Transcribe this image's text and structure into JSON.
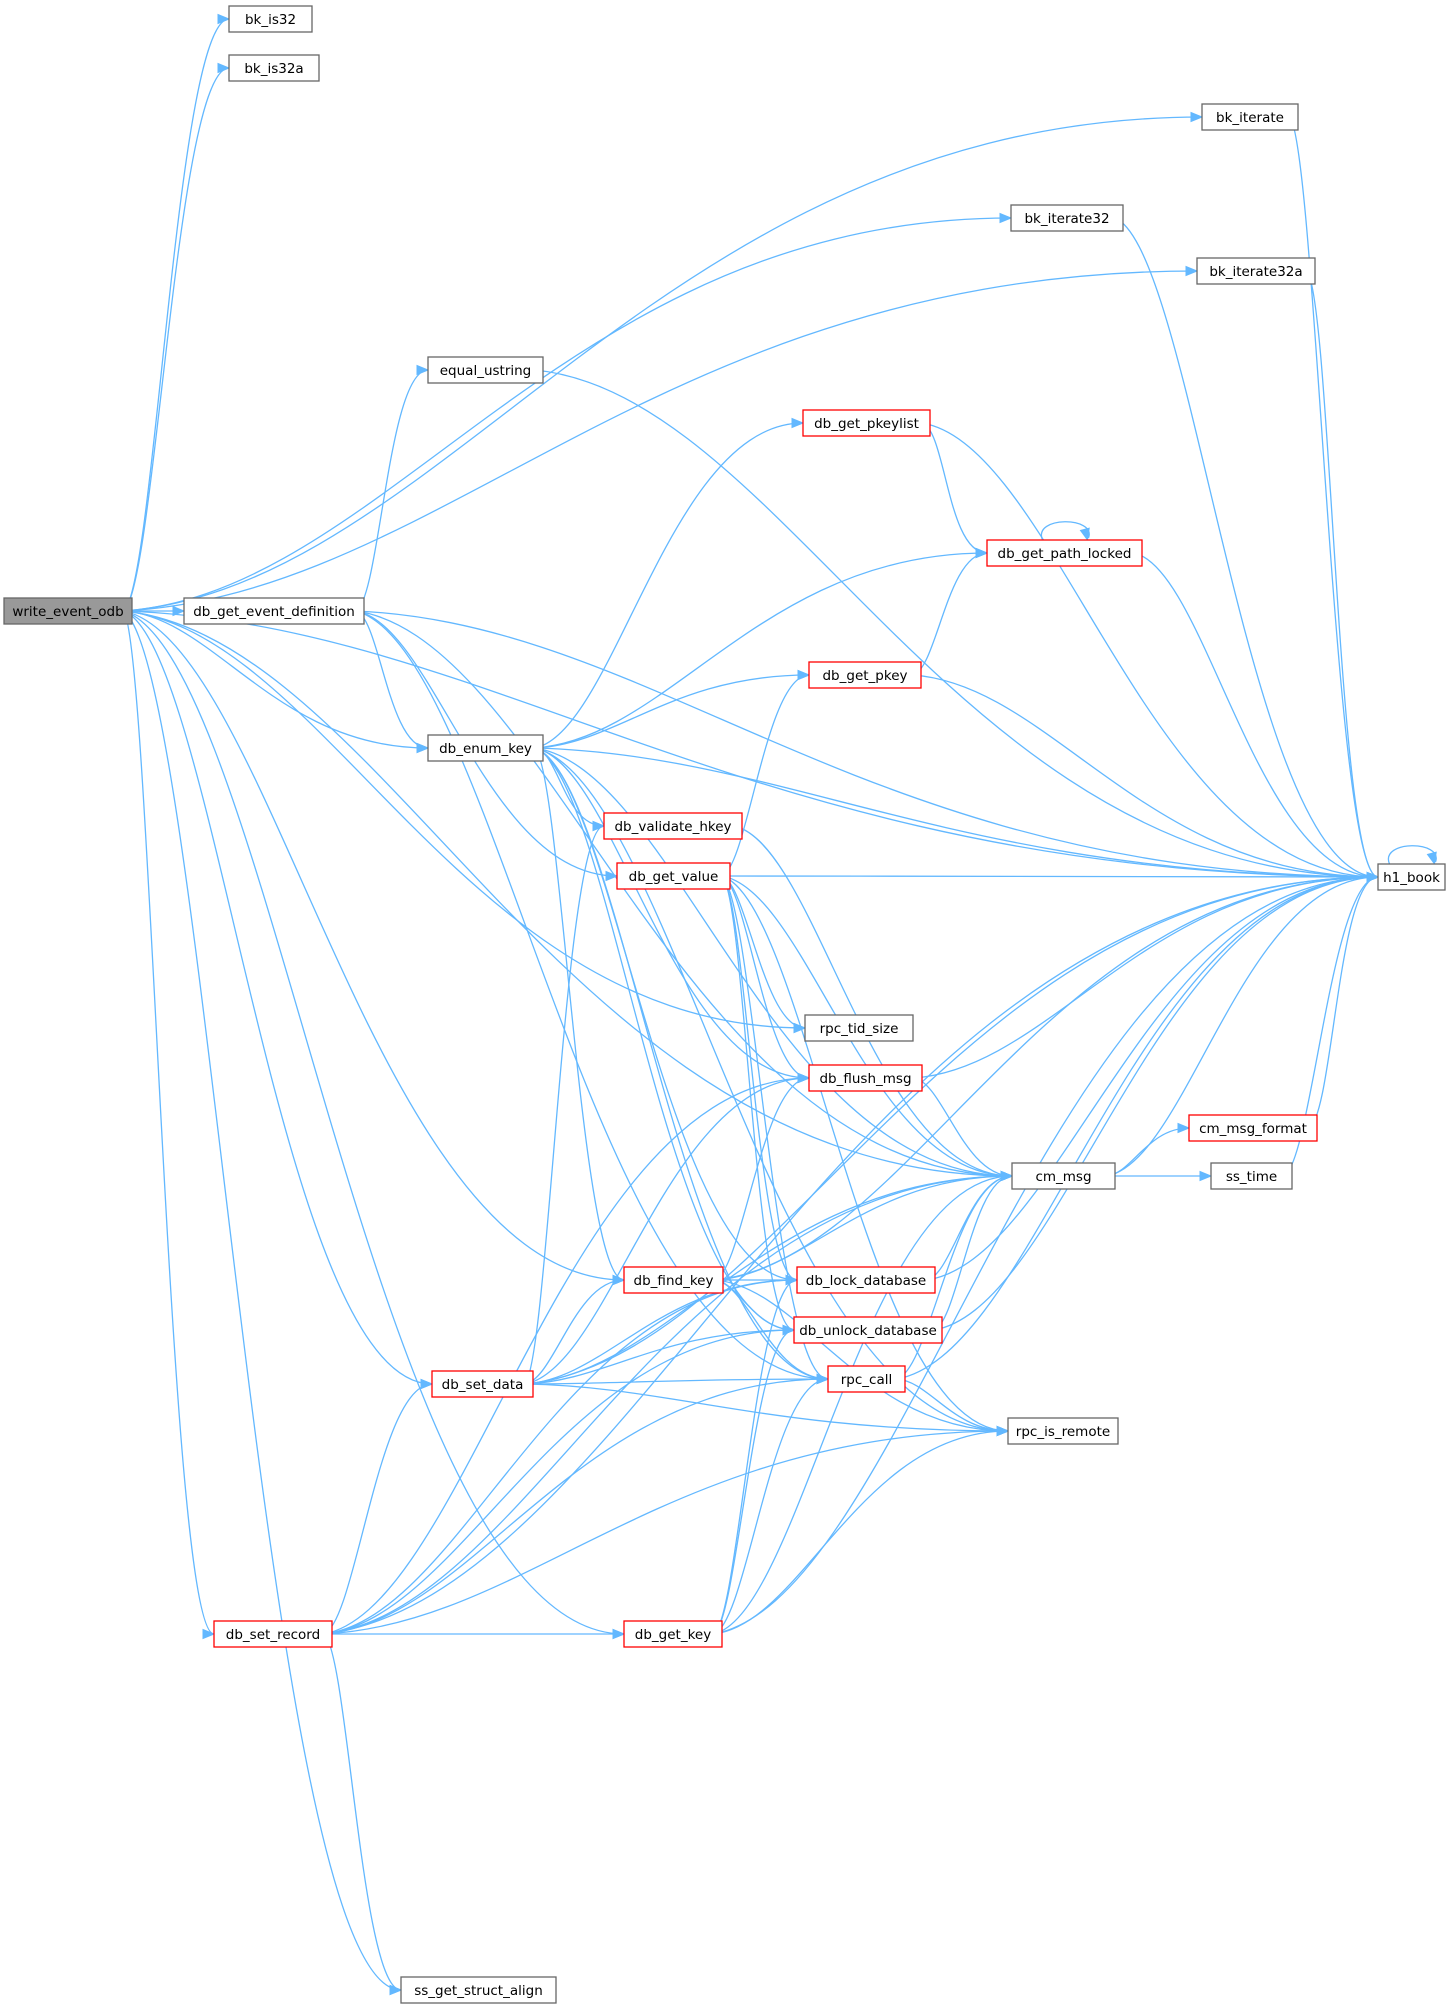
{
  "colors": {
    "edge": "#63b8ff",
    "normal_border": "#666666",
    "truncated_border": "#ff0000",
    "root_fill": "#999999",
    "node_fill": "#ffffff"
  },
  "nodes": [
    {
      "id": "write_event_odb",
      "label": "write_event_odb",
      "kind": "root"
    },
    {
      "id": "bk_is32",
      "label": "bk_is32",
      "kind": "normal"
    },
    {
      "id": "bk_is32a",
      "label": "bk_is32a",
      "kind": "normal"
    },
    {
      "id": "bk_iterate",
      "label": "bk_iterate",
      "kind": "normal"
    },
    {
      "id": "bk_iterate32",
      "label": "bk_iterate32",
      "kind": "normal"
    },
    {
      "id": "bk_iterate32a",
      "label": "bk_iterate32a",
      "kind": "normal"
    },
    {
      "id": "equal_ustring",
      "label": "equal_ustring",
      "kind": "normal"
    },
    {
      "id": "db_get_pkeylist",
      "label": "db_get_pkeylist",
      "kind": "truncated"
    },
    {
      "id": "db_get_path_locked",
      "label": "db_get_path_locked",
      "kind": "truncated"
    },
    {
      "id": "db_get_event_definition",
      "label": "db_get_event_definition",
      "kind": "normal"
    },
    {
      "id": "db_get_pkey",
      "label": "db_get_pkey",
      "kind": "truncated"
    },
    {
      "id": "db_enum_key",
      "label": "db_enum_key",
      "kind": "normal"
    },
    {
      "id": "db_validate_hkey",
      "label": "db_validate_hkey",
      "kind": "truncated"
    },
    {
      "id": "db_get_value",
      "label": "db_get_value",
      "kind": "truncated"
    },
    {
      "id": "h1_book",
      "label": "h1_book",
      "kind": "normal"
    },
    {
      "id": "rpc_tid_size",
      "label": "rpc_tid_size",
      "kind": "normal"
    },
    {
      "id": "db_flush_msg",
      "label": "db_flush_msg",
      "kind": "truncated"
    },
    {
      "id": "cm_msg_format",
      "label": "cm_msg_format",
      "kind": "truncated"
    },
    {
      "id": "cm_msg",
      "label": "cm_msg",
      "kind": "normal"
    },
    {
      "id": "ss_time",
      "label": "ss_time",
      "kind": "normal"
    },
    {
      "id": "db_find_key",
      "label": "db_find_key",
      "kind": "truncated"
    },
    {
      "id": "db_lock_database",
      "label": "db_lock_database",
      "kind": "truncated"
    },
    {
      "id": "db_unlock_database",
      "label": "db_unlock_database",
      "kind": "truncated"
    },
    {
      "id": "db_set_data",
      "label": "db_set_data",
      "kind": "truncated"
    },
    {
      "id": "rpc_call",
      "label": "rpc_call",
      "kind": "truncated"
    },
    {
      "id": "rpc_is_remote",
      "label": "rpc_is_remote",
      "kind": "normal"
    },
    {
      "id": "db_set_record",
      "label": "db_set_record",
      "kind": "truncated"
    },
    {
      "id": "db_get_key",
      "label": "db_get_key",
      "kind": "truncated"
    },
    {
      "id": "ss_get_struct_align",
      "label": "ss_get_struct_align",
      "kind": "normal"
    }
  ],
  "edges": [
    [
      "write_event_odb",
      "bk_is32"
    ],
    [
      "write_event_odb",
      "bk_is32a"
    ],
    [
      "write_event_odb",
      "bk_iterate"
    ],
    [
      "write_event_odb",
      "h1_book"
    ],
    [
      "write_event_odb",
      "bk_iterate32"
    ],
    [
      "write_event_odb",
      "bk_iterate32a"
    ],
    [
      "write_event_odb",
      "cm_msg"
    ],
    [
      "write_event_odb",
      "db_get_event_definition"
    ],
    [
      "write_event_odb",
      "db_enum_key"
    ],
    [
      "write_event_odb",
      "rpc_tid_size"
    ],
    [
      "write_event_odb",
      "db_find_key"
    ],
    [
      "write_event_odb",
      "db_set_data"
    ],
    [
      "write_event_odb",
      "db_get_key"
    ],
    [
      "write_event_odb",
      "db_set_record"
    ],
    [
      "write_event_odb",
      "ss_get_struct_align"
    ],
    [
      "db_get_event_definition",
      "h1_book"
    ],
    [
      "db_get_event_definition",
      "equal_ustring"
    ],
    [
      "db_get_event_definition",
      "cm_msg"
    ],
    [
      "db_get_event_definition",
      "db_enum_key"
    ],
    [
      "db_get_event_definition",
      "db_get_value"
    ],
    [
      "db_get_event_definition",
      "rpc_call"
    ],
    [
      "bk_iterate",
      "h1_book"
    ],
    [
      "bk_iterate32",
      "h1_book"
    ],
    [
      "bk_iterate32a",
      "h1_book"
    ],
    [
      "equal_ustring",
      "h1_book"
    ],
    [
      "db_get_pkeylist",
      "h1_book"
    ],
    [
      "db_get_pkeylist",
      "db_get_path_locked"
    ],
    [
      "db_get_path_locked",
      "db_get_path_locked"
    ],
    [
      "db_get_path_locked",
      "h1_book"
    ],
    [
      "db_get_pkey",
      "db_get_path_locked"
    ],
    [
      "db_get_pkey",
      "h1_book"
    ],
    [
      "db_enum_key",
      "db_get_pkeylist"
    ],
    [
      "db_enum_key",
      "db_get_path_locked"
    ],
    [
      "db_enum_key",
      "h1_book"
    ],
    [
      "db_enum_key",
      "db_get_pkey"
    ],
    [
      "db_enum_key",
      "cm_msg"
    ],
    [
      "db_enum_key",
      "rpc_is_remote"
    ],
    [
      "db_enum_key",
      "db_validate_hkey"
    ],
    [
      "db_enum_key",
      "db_flush_msg"
    ],
    [
      "db_enum_key",
      "db_find_key"
    ],
    [
      "db_enum_key",
      "db_lock_database"
    ],
    [
      "db_enum_key",
      "db_unlock_database"
    ],
    [
      "db_enum_key",
      "rpc_call"
    ],
    [
      "db_validate_hkey",
      "cm_msg"
    ],
    [
      "db_get_value",
      "db_get_pkey"
    ],
    [
      "db_get_value",
      "h1_book"
    ],
    [
      "db_get_value",
      "cm_msg"
    ],
    [
      "db_get_value",
      "rpc_is_remote"
    ],
    [
      "db_get_value",
      "rpc_tid_size"
    ],
    [
      "db_get_value",
      "db_flush_msg"
    ],
    [
      "db_get_value",
      "db_lock_database"
    ],
    [
      "db_get_value",
      "db_unlock_database"
    ],
    [
      "db_get_value",
      "rpc_call"
    ],
    [
      "db_flush_msg",
      "h1_book"
    ],
    [
      "db_flush_msg",
      "cm_msg"
    ],
    [
      "cm_msg",
      "cm_msg_format"
    ],
    [
      "cm_msg",
      "ss_time"
    ],
    [
      "cm_msg",
      "h1_book"
    ],
    [
      "cm_msg_format",
      "h1_book"
    ],
    [
      "ss_time",
      "h1_book"
    ],
    [
      "h1_book",
      "h1_book"
    ],
    [
      "db_find_key",
      "db_flush_msg"
    ],
    [
      "db_find_key",
      "h1_book"
    ],
    [
      "db_find_key",
      "cm_msg"
    ],
    [
      "db_find_key",
      "db_lock_database"
    ],
    [
      "db_find_key",
      "db_unlock_database"
    ],
    [
      "db_find_key",
      "rpc_call"
    ],
    [
      "db_find_key",
      "rpc_is_remote"
    ],
    [
      "db_lock_database",
      "cm_msg"
    ],
    [
      "db_lock_database",
      "h1_book"
    ],
    [
      "db_unlock_database",
      "cm_msg"
    ],
    [
      "db_unlock_database",
      "h1_book"
    ],
    [
      "rpc_call",
      "cm_msg"
    ],
    [
      "rpc_call",
      "h1_book"
    ],
    [
      "rpc_call",
      "rpc_is_remote"
    ],
    [
      "db_set_data",
      "db_validate_hkey"
    ],
    [
      "db_set_data",
      "db_flush_msg"
    ],
    [
      "db_set_data",
      "db_find_key"
    ],
    [
      "db_set_data",
      "cm_msg"
    ],
    [
      "db_set_data",
      "db_lock_database"
    ],
    [
      "db_set_data",
      "db_unlock_database"
    ],
    [
      "db_set_data",
      "rpc_call"
    ],
    [
      "db_set_data",
      "rpc_is_remote"
    ],
    [
      "db_set_data",
      "h1_book"
    ],
    [
      "db_get_key",
      "db_lock_database"
    ],
    [
      "db_get_key",
      "db_unlock_database"
    ],
    [
      "db_get_key",
      "rpc_call"
    ],
    [
      "db_get_key",
      "cm_msg"
    ],
    [
      "db_get_key",
      "rpc_is_remote"
    ],
    [
      "db_get_key",
      "h1_book"
    ],
    [
      "db_set_record",
      "db_flush_msg"
    ],
    [
      "db_set_record",
      "db_set_data"
    ],
    [
      "db_set_record",
      "db_lock_database"
    ],
    [
      "db_set_record",
      "db_unlock_database"
    ],
    [
      "db_set_record",
      "db_get_key"
    ],
    [
      "db_set_record",
      "rpc_call"
    ],
    [
      "db_set_record",
      "cm_msg"
    ],
    [
      "db_set_record",
      "rpc_is_remote"
    ],
    [
      "db_set_record",
      "h1_book"
    ],
    [
      "db_set_record",
      "ss_get_struct_align"
    ]
  ]
}
